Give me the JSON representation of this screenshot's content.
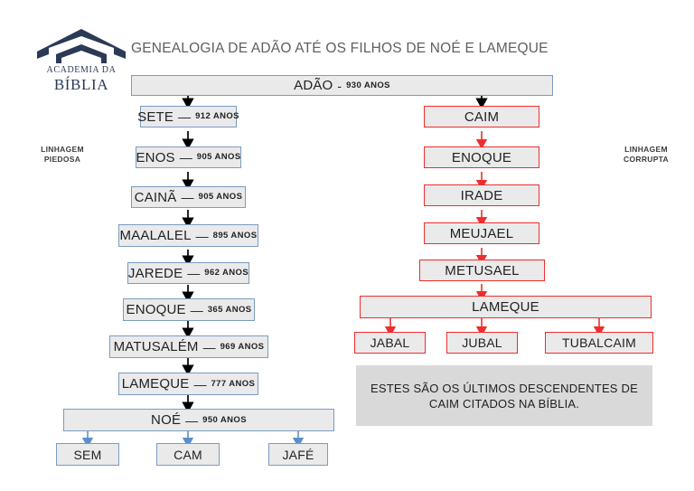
{
  "logo": {
    "name": "academia-da-biblia",
    "line1": "ACADEMIA DA",
    "line2": "BÍBLIA",
    "color": "#2b3a56"
  },
  "title": "GENEALOGIA DE ADÃO ATÉ OS FILHOS DE NOÉ E LAMEQUE",
  "labels": {
    "left": "LINHAGEM\nPIEDOSA",
    "right": "LINHAGEM\nCORRUPTA"
  },
  "colors": {
    "box_fill": "#eaeaea",
    "blue_border": "#7a9cc2",
    "red_border": "#ef2d2d",
    "blue_arrow": "#5b8fc9",
    "red_arrow": "#ef2d2d",
    "black_arrow": "#000000",
    "note_fill": "#d9d9d9",
    "title_color": "#5f5f5f"
  },
  "root": {
    "name": "ADÃO",
    "dash": "-",
    "years": "930 ANOS"
  },
  "pious_line": [
    {
      "name": "SETE",
      "dash": "—",
      "years": "912 ANOS"
    },
    {
      "name": "ENOS",
      "dash": "—",
      "years": "905 ANOS"
    },
    {
      "name": "CAINÃ",
      "dash": "—",
      "years": "905 ANOS"
    },
    {
      "name": "MAALALEL",
      "dash": "—",
      "years": "895 ANOS"
    },
    {
      "name": "JAREDE",
      "dash": "—",
      "years": "962 ANOS"
    },
    {
      "name": "ENOQUE",
      "dash": "—",
      "years": "365 ANOS"
    },
    {
      "name": "MATUSALÉM",
      "dash": "—",
      "years": "969 ANOS"
    },
    {
      "name": "LAMEQUE",
      "dash": "—",
      "years": "777 ANOS"
    },
    {
      "name": "NOÉ",
      "dash": "—",
      "years": "950 ANOS"
    }
  ],
  "noah_sons": [
    {
      "name": "SEM"
    },
    {
      "name": "CAM"
    },
    {
      "name": "JAFÉ"
    }
  ],
  "corrupt_line": [
    {
      "name": "CAIM"
    },
    {
      "name": "ENOQUE"
    },
    {
      "name": "IRADE"
    },
    {
      "name": "MEUJAEL"
    },
    {
      "name": "METUSAEL"
    },
    {
      "name": "LAMEQUE"
    }
  ],
  "lameque_sons": [
    {
      "name": "JABAL"
    },
    {
      "name": "JUBAL"
    },
    {
      "name": "TUBALCAIM"
    }
  ],
  "note": "ESTES SÃO OS ÚLTIMOS DESCENDENTES DE CAIM CITADOS NA BÍBLIA."
}
